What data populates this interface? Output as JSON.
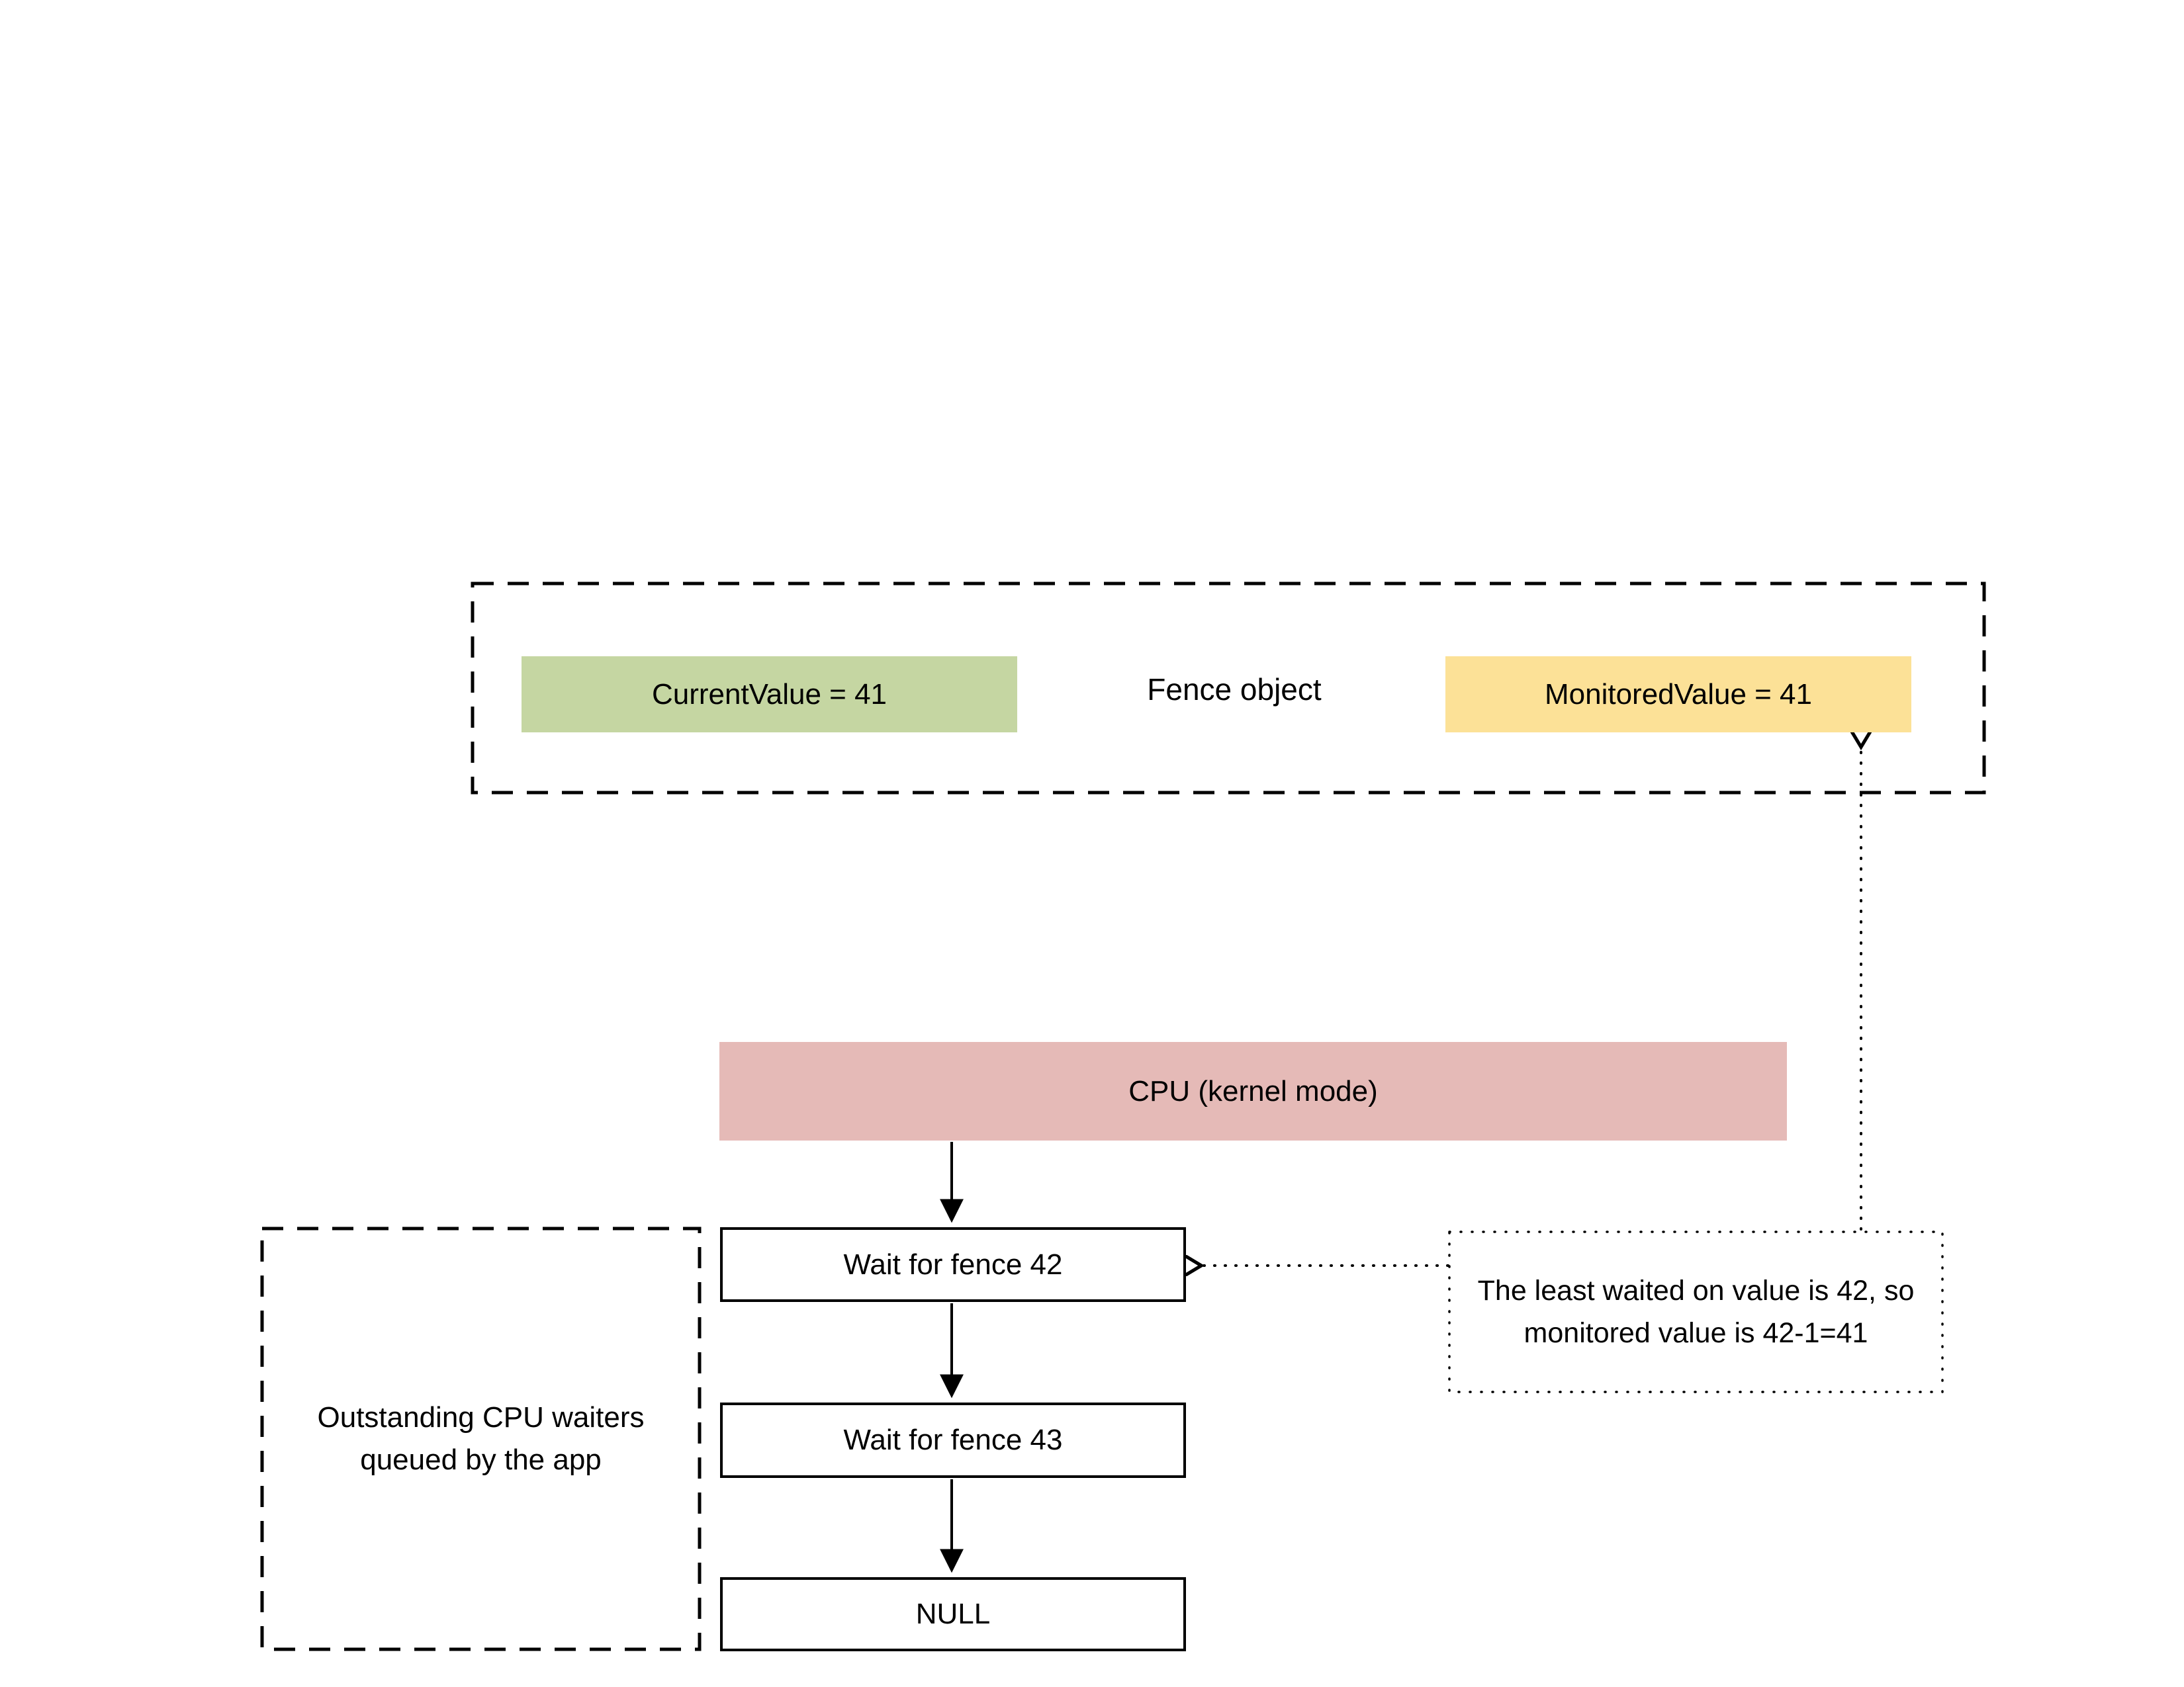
{
  "colors": {
    "background": "#ffffff",
    "green_box": "#c5d6a2",
    "yellow_box": "#fce197",
    "pink_box": "#e5bab7",
    "line": "#000000"
  },
  "fence": {
    "title": "Fence object",
    "current_value_label": "CurrentValue = 41",
    "monitored_value_label": "MonitoredValue = 41"
  },
  "cpu": {
    "label": "CPU (kernel mode)"
  },
  "wait_queue": {
    "items": [
      {
        "label": "Wait for fence 42"
      },
      {
        "label": "Wait for fence 43"
      },
      {
        "label": "NULL"
      }
    ]
  },
  "waiters_box": {
    "label": "Outstanding CPU waiters queued by the app"
  },
  "annotation": {
    "line1": "The least waited on value is 42, so",
    "line2": "monitored value is 42-1=41"
  }
}
